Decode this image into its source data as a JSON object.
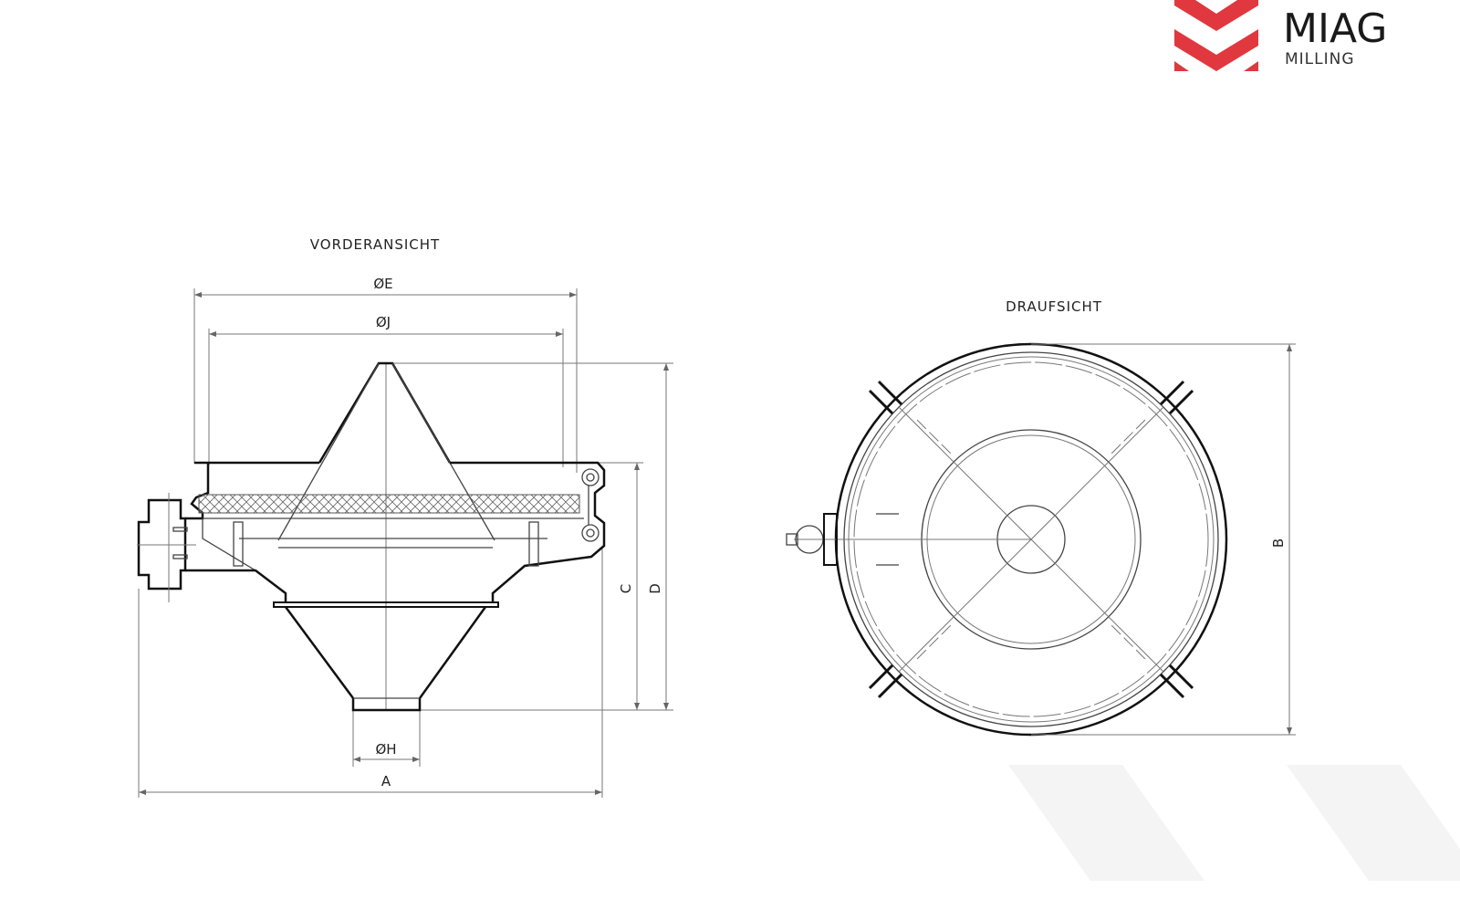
{
  "logo": {
    "brand": "MIAG",
    "sub": "MILLING",
    "accent": "#e0383e"
  },
  "front_view": {
    "title": "VORDERANSICHT",
    "dims": {
      "E": "ØE",
      "J": "ØJ",
      "H": "ØH",
      "A": "A",
      "C": "C",
      "D": "D"
    }
  },
  "top_view": {
    "title": "DRAUFSICHT",
    "dims": {
      "B": "B"
    }
  }
}
